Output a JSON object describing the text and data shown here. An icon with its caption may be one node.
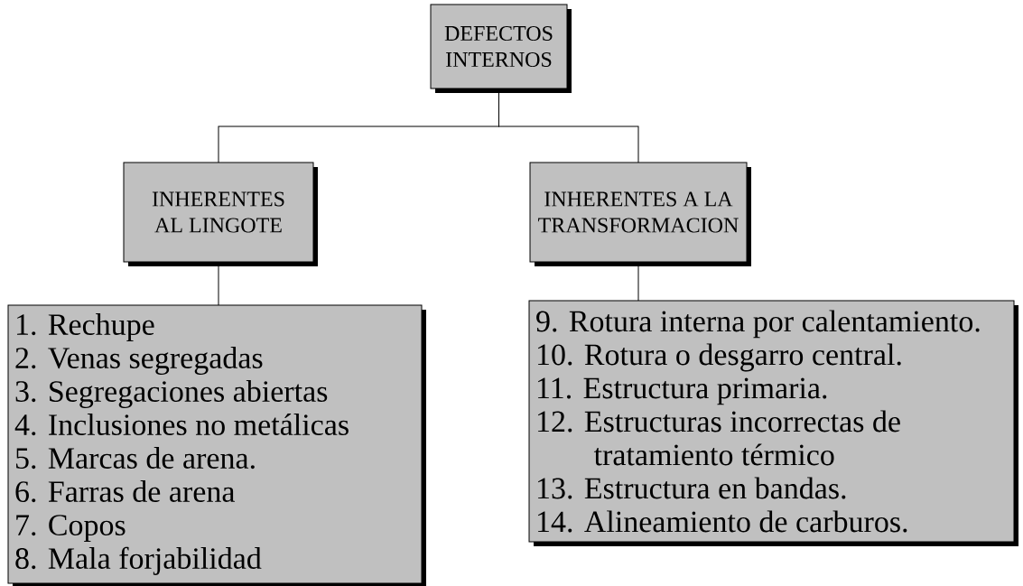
{
  "diagram": {
    "nodes": [
      {
        "text": [
          "DEFECTOS INTERNOS"
        ]
      },
      {
        "text": [
          "INHERENTES AL LINGOTE"
        ]
      },
      {
        "text": [
          "INHERENTES A LA TRANSFORMACION"
        ]
      },
      {
        "text": [
          "1. Rechupe",
          "2. Venas segregadas",
          "3. Segregaciones abiertas",
          "4. Inclusiones no metálicas",
          "5. Marcas de arena.",
          "6. Farras de arena",
          "7. Copos",
          "8. Mala forjabilidad"
        ]
      },
      {
        "text": [
          "9. Rotura interna por calentamiento.",
          "10. Rotura o desgarro central.",
          "11. Estructura primaria.",
          "12. Estructuras incorrectas de tratamiento térmico",
          "13. Estructura en bandas.",
          "14. Alineamiento de carburos."
        ]
      }
    ],
    "edges": [
      {
        "from": 0,
        "to": 1,
        "arrow": "none"
      },
      {
        "from": 0,
        "to": 2,
        "arrow": "none"
      },
      {
        "from": 1,
        "to": 3,
        "arrow": "none"
      },
      {
        "from": 2,
        "to": 4,
        "arrow": "none"
      }
    ]
  }
}
